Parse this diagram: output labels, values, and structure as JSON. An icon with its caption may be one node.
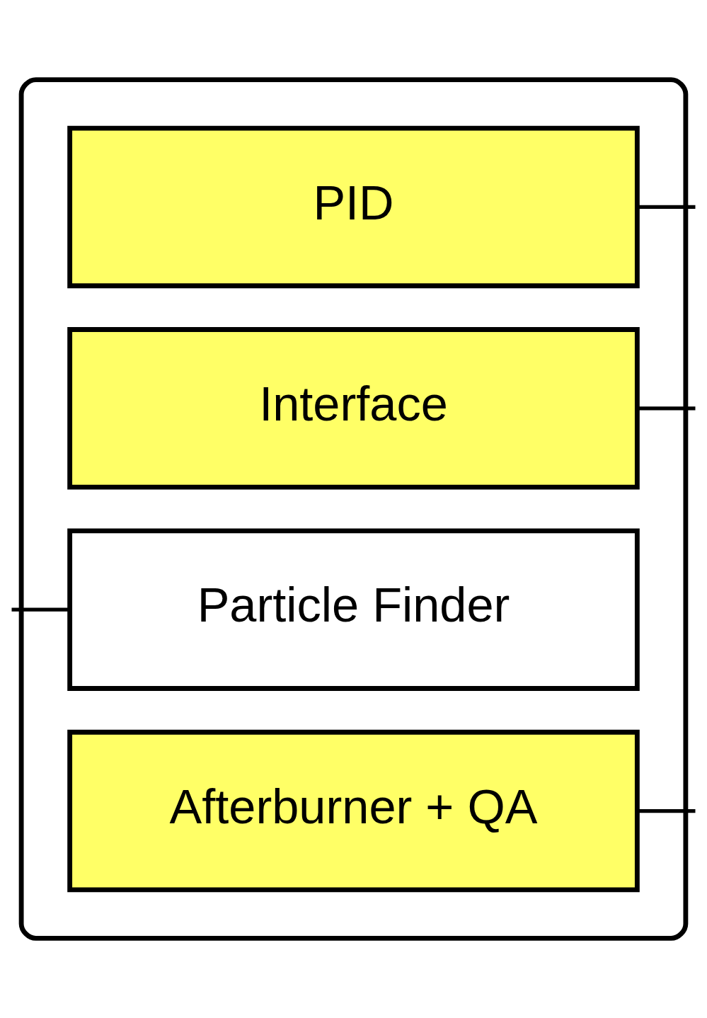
{
  "diagram": {
    "nodes": [
      {
        "text": [],
        "shape": "box"
      },
      {
        "text": [
          "PID"
        ],
        "in": 0
      },
      {
        "text": [
          "Interface"
        ],
        "in": 0
      },
      {
        "text": [
          "Particle Finder"
        ],
        "in": 0
      },
      {
        "text": [
          "Afterburner + QA"
        ],
        "in": 0
      }
    ],
    "edges": [
      {
        "from": 1,
        "to": null,
        "arrow": "none"
      },
      {
        "from": 2,
        "to": null,
        "arrow": "none"
      },
      {
        "from": 3,
        "to": null,
        "arrow": "none"
      },
      {
        "from": 4,
        "to": null,
        "arrow": "none"
      }
    ]
  }
}
